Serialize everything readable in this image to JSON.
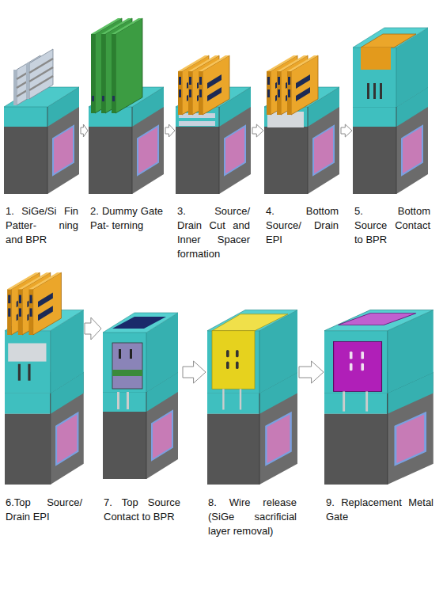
{
  "diagram": {
    "nodes": [
      {
        "text": [
          "1. SiGe/Si Fin Patter- ning and BPR"
        ]
      },
      {
        "text": [
          "2. Dummy Gate Pat- terning"
        ]
      },
      {
        "text": [
          "3. Source/ Drain Cut and Inner Spacer formation"
        ]
      },
      {
        "text": [
          "4. Bottom Source/ Drain EPI"
        ]
      },
      {
        "text": [
          "5. Bottom Source Contact to BPR"
        ]
      },
      {
        "text": [
          "6.Top Source/ Drain EPI"
        ]
      },
      {
        "text": [
          "7. Top Source Contact to BPR"
        ]
      },
      {
        "text": [
          "8. Wire release (SiGe sacrificial layer removal)"
        ]
      },
      {
        "text": [
          "9. Replacement Metal Gate"
        ]
      }
    ],
    "edges": [
      {
        "from": 0,
        "to": 1,
        "arrow": "to"
      },
      {
        "from": 1,
        "to": 2,
        "arrow": "to"
      },
      {
        "from": 2,
        "to": 3,
        "arrow": "to"
      },
      {
        "from": 3,
        "to": 4,
        "arrow": "to"
      },
      {
        "from": 5,
        "to": 6,
        "arrow": "to"
      },
      {
        "from": 6,
        "to": 7,
        "arrow": "to"
      },
      {
        "from": 7,
        "to": 8,
        "arrow": "to"
      }
    ]
  }
}
